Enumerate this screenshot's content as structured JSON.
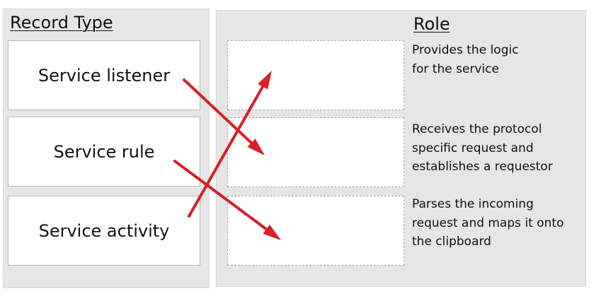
{
  "headings": {
    "record_type": "Record Type",
    "role": "Role"
  },
  "record_types": [
    {
      "label": "Service listener"
    },
    {
      "label": "Service rule"
    },
    {
      "label": "Service activity"
    }
  ],
  "roles": [
    {
      "text": "Provides the logic\nfor the service"
    },
    {
      "text": "Receives the protocol\nspecific request and\nestablishes a requestor"
    },
    {
      "text": "Parses the incoming\nrequest and maps it onto\nthe clipboard"
    }
  ],
  "arrow_color": "#d81f26",
  "arrows": [
    {
      "from": "Service listener",
      "to": "drop box 2"
    },
    {
      "from": "Service rule",
      "to": "drop box 3"
    },
    {
      "from": "Service activity",
      "to": "drop box 1"
    }
  ]
}
